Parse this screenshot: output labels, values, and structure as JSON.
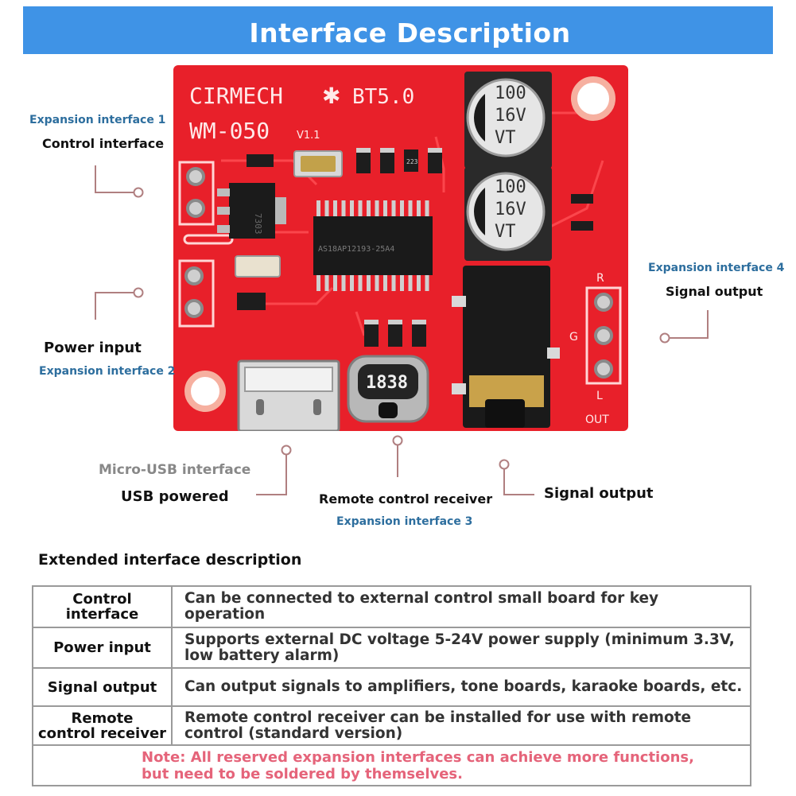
{
  "banner": {
    "title": "Interface Description"
  },
  "board": {
    "brand": "CIRMECH",
    "bt": "BT5.0",
    "model": "WM-050",
    "model_ver": "V1.1",
    "cap_top": [
      "100",
      "16V",
      "VT"
    ],
    "cap_bottom": [
      "100",
      "16V",
      "VT"
    ],
    "chip": "AS18AP12193-25A4",
    "reg": "7303",
    "receiver": "1838",
    "pin_r": "R",
    "pin_g": "G",
    "pin_l": "L",
    "pin_out": "OUT",
    "resistor": "223"
  },
  "labels": {
    "exp1": "Expansion interface 1",
    "control": "Control interface",
    "power": "Power input",
    "exp2": "Expansion interface 2",
    "exp4": "Expansion interface 4",
    "signal_right": "Signal output",
    "micro_usb": "Micro-USB interface",
    "usb_powered": "USB powered",
    "remote": "Remote control receiver",
    "exp3": "Expansion interface 3",
    "signal_bottom": "Signal output"
  },
  "extended": {
    "heading": "Extended interface description",
    "rows": [
      {
        "name": "Control\ninterface",
        "desc": "Can be connected to external control small board for key operation"
      },
      {
        "name": "Power input",
        "desc": "Supports external DC voltage 5-24V power supply (minimum 3.3V,\nlow battery alarm)"
      },
      {
        "name": "Signal output",
        "desc": "Can output signals to amplifiers, tone boards, karaoke boards, etc."
      },
      {
        "name": "Remote\ncontrol receiver",
        "desc": "Remote control receiver can be installed for use with remote\ncontrol (standard version)"
      }
    ],
    "note": "Note: All reserved expansion interfaces can achieve more functions,\nbut need to be soldered by themselves."
  },
  "colors": {
    "banner": "#3f93e6",
    "pcb": "#e8202a",
    "leader": "#b07f80",
    "exp_label": "#2d6e9e",
    "note": "#e5647a"
  }
}
